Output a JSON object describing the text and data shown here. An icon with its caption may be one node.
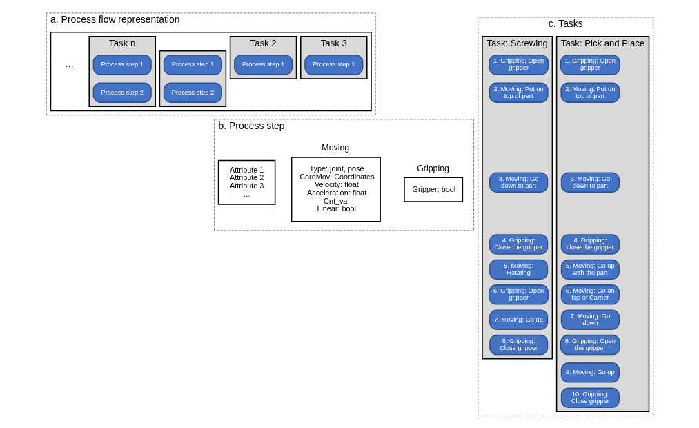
{
  "diagram": {
    "nodes": [
      {
        "text": [
          "a. Process flow representation"
        ]
      },
      {
        "text": [],
        "shape": "box",
        "in": 0
      },
      {
        "text": [],
        "shape": "box",
        "in": 1
      },
      {
        "text": [
          "Process step 1"
        ],
        "in": 2
      },
      {
        "text": [
          "Process step 2"
        ],
        "in": 2
      },
      {
        "text": [
          "Task 2"
        ],
        "in": 1
      },
      {
        "text": [
          "Process step 1"
        ],
        "in": 5
      },
      {
        "text": [
          "Task 3"
        ],
        "in": 1
      },
      {
        "text": [
          "Process step 1"
        ],
        "in": 7
      },
      {
        "text": [
          "Task n"
        ],
        "in": 1
      },
      {
        "text": [
          "Process step 1"
        ],
        "in": 9
      },
      {
        "text": [
          "Process step 2"
        ],
        "in": 9
      },
      {
        "text": [
          "b. Process step"
        ]
      },
      {
        "text": [
          "Attribute 1",
          "Attribute 2",
          "Attribute 3",
          "…"
        ],
        "in": 12
      },
      {
        "text": [
          "Moving",
          "Type: joint, pose",
          "CordMov: Coordinates",
          "Velocity: float",
          "Acceleration: float",
          "Cnt_val",
          "Linear: bool"
        ],
        "in": 12
      },
      {
        "text": [
          "Gripping",
          "Gripper: bool"
        ],
        "in": 12
      },
      {
        "text": [
          "c. Tasks"
        ]
      },
      {
        "text": [
          "Task: Pick and Place"
        ],
        "in": 16
      },
      {
        "text": [
          "1. Gripping: Open gripper"
        ],
        "in": 17
      },
      {
        "text": [
          "2. Moving: Put on top of part"
        ],
        "in": 17
      },
      {
        "text": [
          "3. Moving: Go down to part"
        ],
        "in": 17
      },
      {
        "text": [
          "4. Gripping: close the gripper"
        ],
        "in": 17
      },
      {
        "text": [
          "5. Moving: Go up with the part"
        ],
        "in": 17
      },
      {
        "text": [
          "6. Moving: Go on top of Carrier"
        ],
        "in": 17
      },
      {
        "text": [
          "7. Moving: Go down"
        ],
        "in": 17
      },
      {
        "text": [
          "8. Gripping: Open the gripper"
        ],
        "in": 17
      },
      {
        "text": [
          "9. Moving: Go up"
        ],
        "in": 17
      },
      {
        "text": [
          "10. Gripping: Close gripper"
        ],
        "in": 17
      },
      {
        "text": [
          "Task: Screwing"
        ],
        "in": 16
      },
      {
        "text": [
          "1. Gripping: Open gripper"
        ],
        "in": 28
      },
      {
        "text": [
          "2. Moving: Put on top of part"
        ],
        "in": 28
      },
      {
        "text": [
          "3. Moving: Go down to part"
        ],
        "in": 28
      },
      {
        "text": [
          "4. Gripping: Close the gripper"
        ],
        "in": 28
      },
      {
        "text": [
          "5. Moving: Rotating"
        ],
        "in": 28
      },
      {
        "text": [
          "6. Gripping: Open gripper"
        ],
        "in": 28
      },
      {
        "text": [
          "7. Moving: Go up"
        ],
        "in": 28
      },
      {
        "text": [
          "8. Gripping: Close gripper"
        ],
        "in": 28
      }
    ],
    "labels": [
      "…"
    ]
  }
}
